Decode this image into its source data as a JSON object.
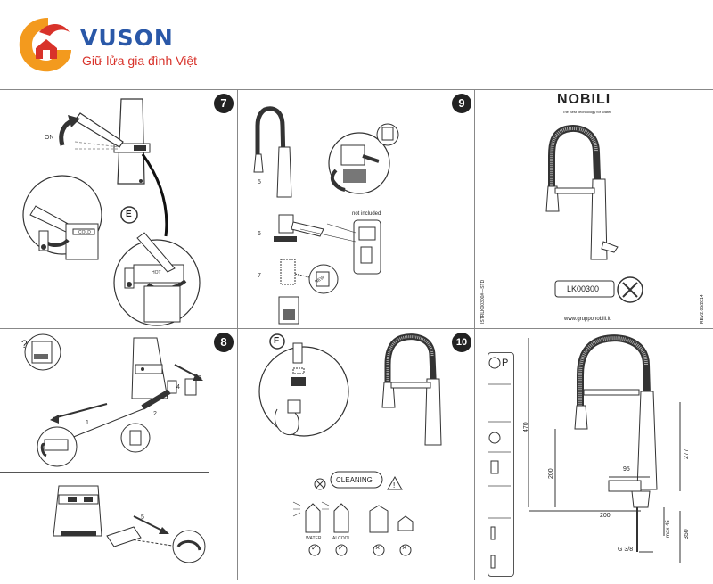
{
  "brand": {
    "name": "VUSON",
    "slogan": "Giữ lửa gia đình Việt",
    "colors": {
      "blue": "#2a58a8",
      "red": "#d8322a",
      "orange": "#f39a1e"
    }
  },
  "panels": {
    "step7": {
      "number": "7",
      "on_label": "ON",
      "e_label": "E",
      "cold_label": "COLD",
      "hot_label": "HOT"
    },
    "step9": {
      "number": "9",
      "not_included": "not included",
      "steps": [
        "5",
        "6",
        "7"
      ],
      "new_label": "NEW"
    },
    "nobili": {
      "brand": "NOBILI",
      "tagline": "The Best Technology for Water",
      "code": "LK00300",
      "website": "www.grupponobili.it",
      "doc_code": "ISTRLK00300#—STD",
      "rev": "REV2.05/2014"
    },
    "step8": {
      "number": "8",
      "question": "?",
      "steps": [
        "1",
        "2",
        "3",
        "4",
        "5"
      ]
    },
    "stepF": {
      "f_label": "F"
    },
    "step10": {
      "number": "10"
    },
    "cleaning": {
      "label": "CLEANING",
      "items": [
        "WATER",
        "ALCOOL"
      ],
      "check": "✓",
      "cross": "×"
    },
    "tech": {
      "p_label": "P",
      "dims": [
        "470",
        "277",
        "200",
        "95",
        "200",
        "max 45",
        "350",
        "G 3/8"
      ]
    }
  }
}
